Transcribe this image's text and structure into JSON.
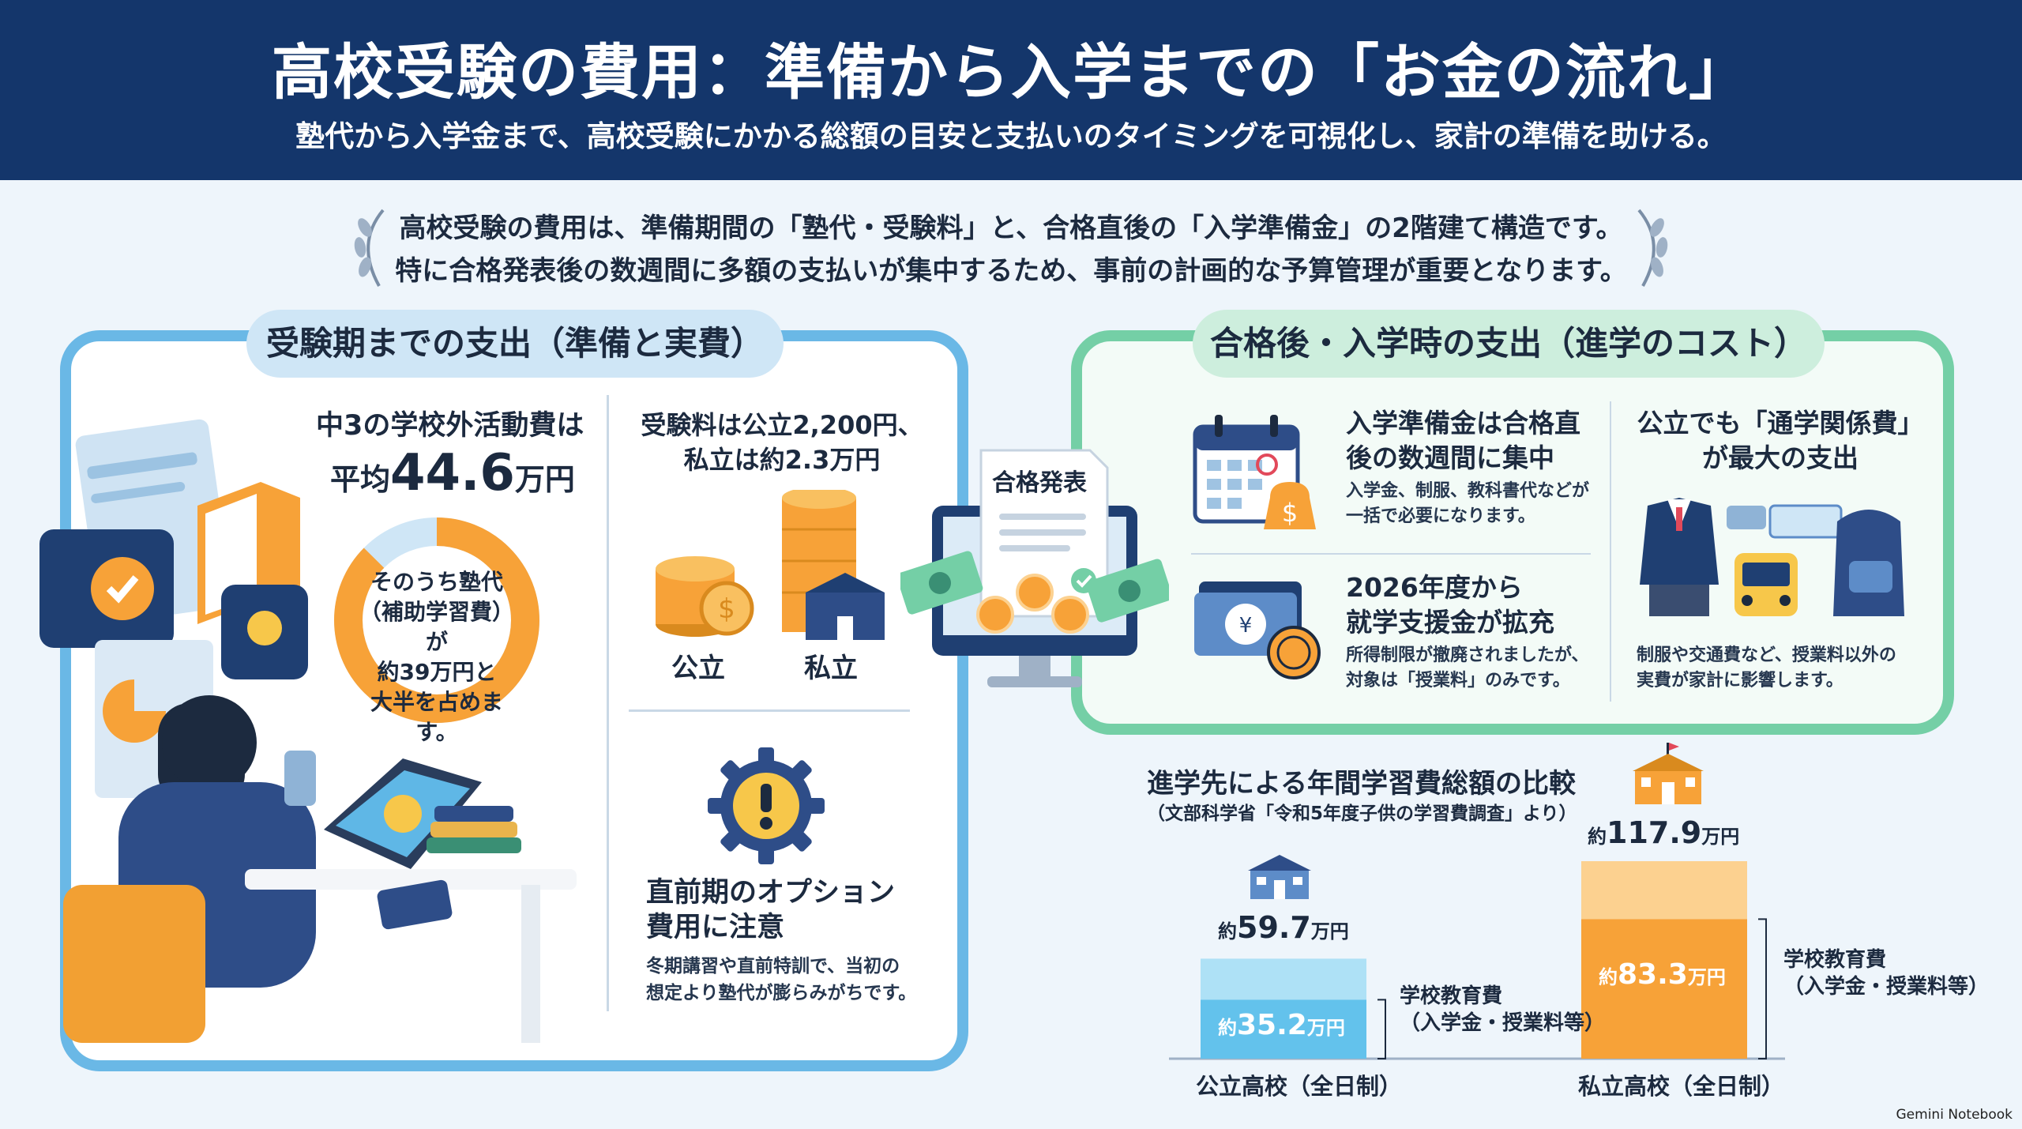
{
  "header": {
    "title": "高校受験の費用：準備から入学までの「お金の流れ」",
    "subtitle": "塾代から入学金まで、高校受験にかかる総額の目安と支払いのタイミングを可視化し、家計の準備を助ける。"
  },
  "intro": {
    "line1": "高校受験の費用は、準備期間の「塾代・受験料」と、合格直後の「入学準備金」の2階建て構造です。",
    "line2": "特に合格発表後の数週間に多額の支払いが集中するため、事前の計画的な予算管理が重要となります。"
  },
  "left_panel": {
    "title": "受験期までの支出（準備と実費）",
    "activity": {
      "line1": "中3の学校外活動費は",
      "prefix": "平均",
      "amount": "44.6",
      "unit": "万円",
      "donut_text": [
        "そのうち塾代",
        "（補助学習費）が",
        "約39万円と",
        "大半を占めます。"
      ],
      "cram_share": 0.874
    },
    "exam_fee": {
      "line1": "受験料は公立2,200円、",
      "line2": "私立は約2.3万円",
      "public_label": "公立",
      "private_label": "私立"
    },
    "option": {
      "title1": "直前期のオプション",
      "title2": "費用に注意",
      "desc1": "冬期講習や直前特訓で、当初の",
      "desc2": "想定より塾代が膨らみがちです。"
    }
  },
  "right_panel": {
    "title": "合格後・入学時の支出（進学のコスト）",
    "announcement_label": "合格発表",
    "prep_money": {
      "title1": "入学準備金は合格直",
      "title2": "後の数週間に集中",
      "desc1": "入学金、制服、教科書代などが",
      "desc2": "一括で必要になります。"
    },
    "support": {
      "title1": "2026年度から",
      "title2": "就学支援金が拡充",
      "desc1": "所得制限が撤廃されましたが、",
      "desc2": "対象は「授業料」のみです。"
    },
    "commute": {
      "title1": "公立でも「通学関係費」",
      "title2": "が最大の支出",
      "desc1": "制服や交通費など、授業料以外の",
      "desc2": "実費が家計に影響します。"
    }
  },
  "comparison": {
    "title": "進学先による年間学習費総額の比較",
    "source": "（文部科学省「令和5年度子供の学習費調査」より）",
    "public": {
      "label": "公立高校（全日制）",
      "total_prefix": "約",
      "total_value": "59.7",
      "total_unit": "万円",
      "total": 59.7,
      "school_prefix": "約",
      "school_value": "35.2",
      "school_unit": "万円",
      "school": 35.2,
      "legend1": "学校教育費",
      "legend2": "（入学金・授業料等）"
    },
    "private": {
      "label": "私立高校（全日制）",
      "total_prefix": "約",
      "total_value": "117.9",
      "total_unit": "万円",
      "total": 117.9,
      "school_prefix": "約",
      "school_value": "83.3",
      "school_unit": "万円",
      "school": 83.3,
      "legend1": "学校教育費",
      "legend2": "（入学金・授業料等）"
    }
  },
  "colors": {
    "navy": "#14366b",
    "blue": "#6ab8e6",
    "green": "#74cfa6",
    "orange": "#f7a238",
    "light_orange": "#fcd190",
    "public_bar": "#63c2ec",
    "public_bar_top": "#aee1f6"
  },
  "credit": "Gemini Notebook"
}
